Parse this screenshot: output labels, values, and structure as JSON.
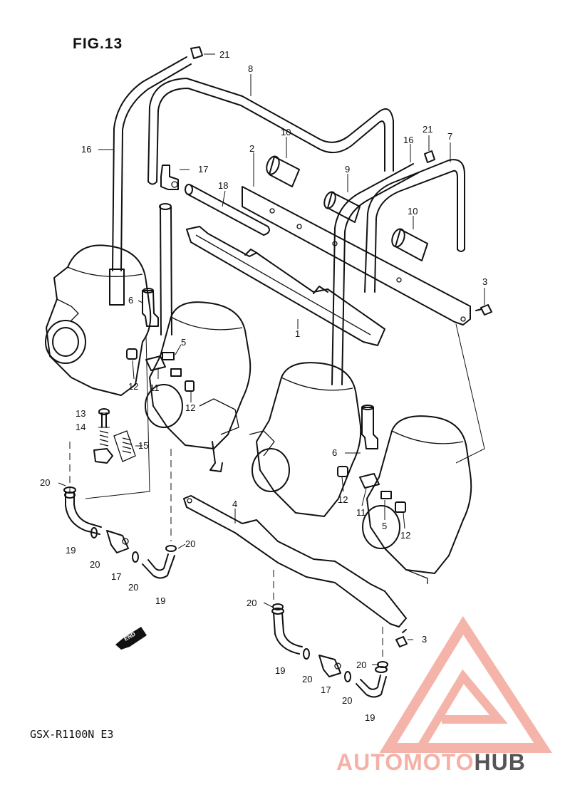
{
  "figure": {
    "title": "FIG.13",
    "model_code": "GSX-R1100N E3"
  },
  "callouts": {
    "c1": "1",
    "c2": "2",
    "c3a": "3",
    "c3b": "3",
    "c4": "4",
    "c5a": "5",
    "c5b": "5",
    "c6a": "6",
    "c6b": "6",
    "c7": "7",
    "c8": "8",
    "c9": "9",
    "c10a": "10",
    "c10b": "10",
    "c11a": "11",
    "c11b": "11",
    "c12a": "12",
    "c12b": "12",
    "c12c": "12",
    "c12d": "12",
    "c13": "13",
    "c14": "14",
    "c15": "15",
    "c16a": "16",
    "c16b": "16",
    "c17a": "17",
    "c17b": "17",
    "c17c": "17",
    "c18": "18",
    "c19a": "19",
    "c19b": "19",
    "c19c": "19",
    "c19d": "19",
    "c20a": "20",
    "c20b": "20",
    "c20c": "20",
    "c20d": "20",
    "c20e": "20",
    "c20f": "20",
    "c20g": "20",
    "c20h": "20",
    "c21a": "21",
    "c21b": "21"
  },
  "direction_badge": "END",
  "watermark": {
    "part1": "AUTOMOTO",
    "part2": "HUB",
    "color_primary": "#f6b1a6",
    "color_secondary": "#555555"
  },
  "colors": {
    "ink": "#111111",
    "background": "#ffffff"
  }
}
